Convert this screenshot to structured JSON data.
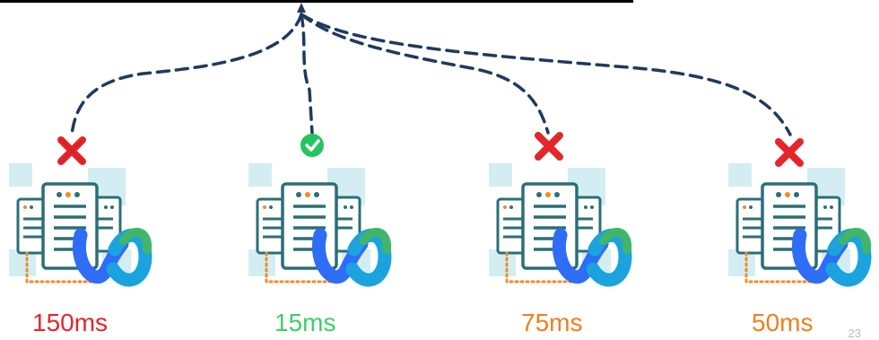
{
  "colors": {
    "dashed_line": "#1f3a5f",
    "top_bar": "#000000",
    "server_teal": "#2a6f78",
    "server_light": "#bfe5eb",
    "dotted_orange": "#f08a24",
    "cross_red": "#e4262b",
    "check_green": "#22c55e",
    "webex_blue": "#2f6df6",
    "webex_green": "#41b66b"
  },
  "nodes": [
    {
      "latency": "150ms",
      "latency_color": "#e4262b",
      "status": "rejected",
      "status_icon": "cross-icon"
    },
    {
      "latency": "15ms",
      "latency_color": "#3fcf66",
      "status": "selected",
      "status_icon": "check-circle-icon"
    },
    {
      "latency": "75ms",
      "latency_color": "#f07f1d",
      "status": "rejected",
      "status_icon": "cross-icon"
    },
    {
      "latency": "50ms",
      "latency_color": "#f07f1d",
      "status": "rejected",
      "status_icon": "cross-icon"
    }
  ],
  "page_number": "23"
}
